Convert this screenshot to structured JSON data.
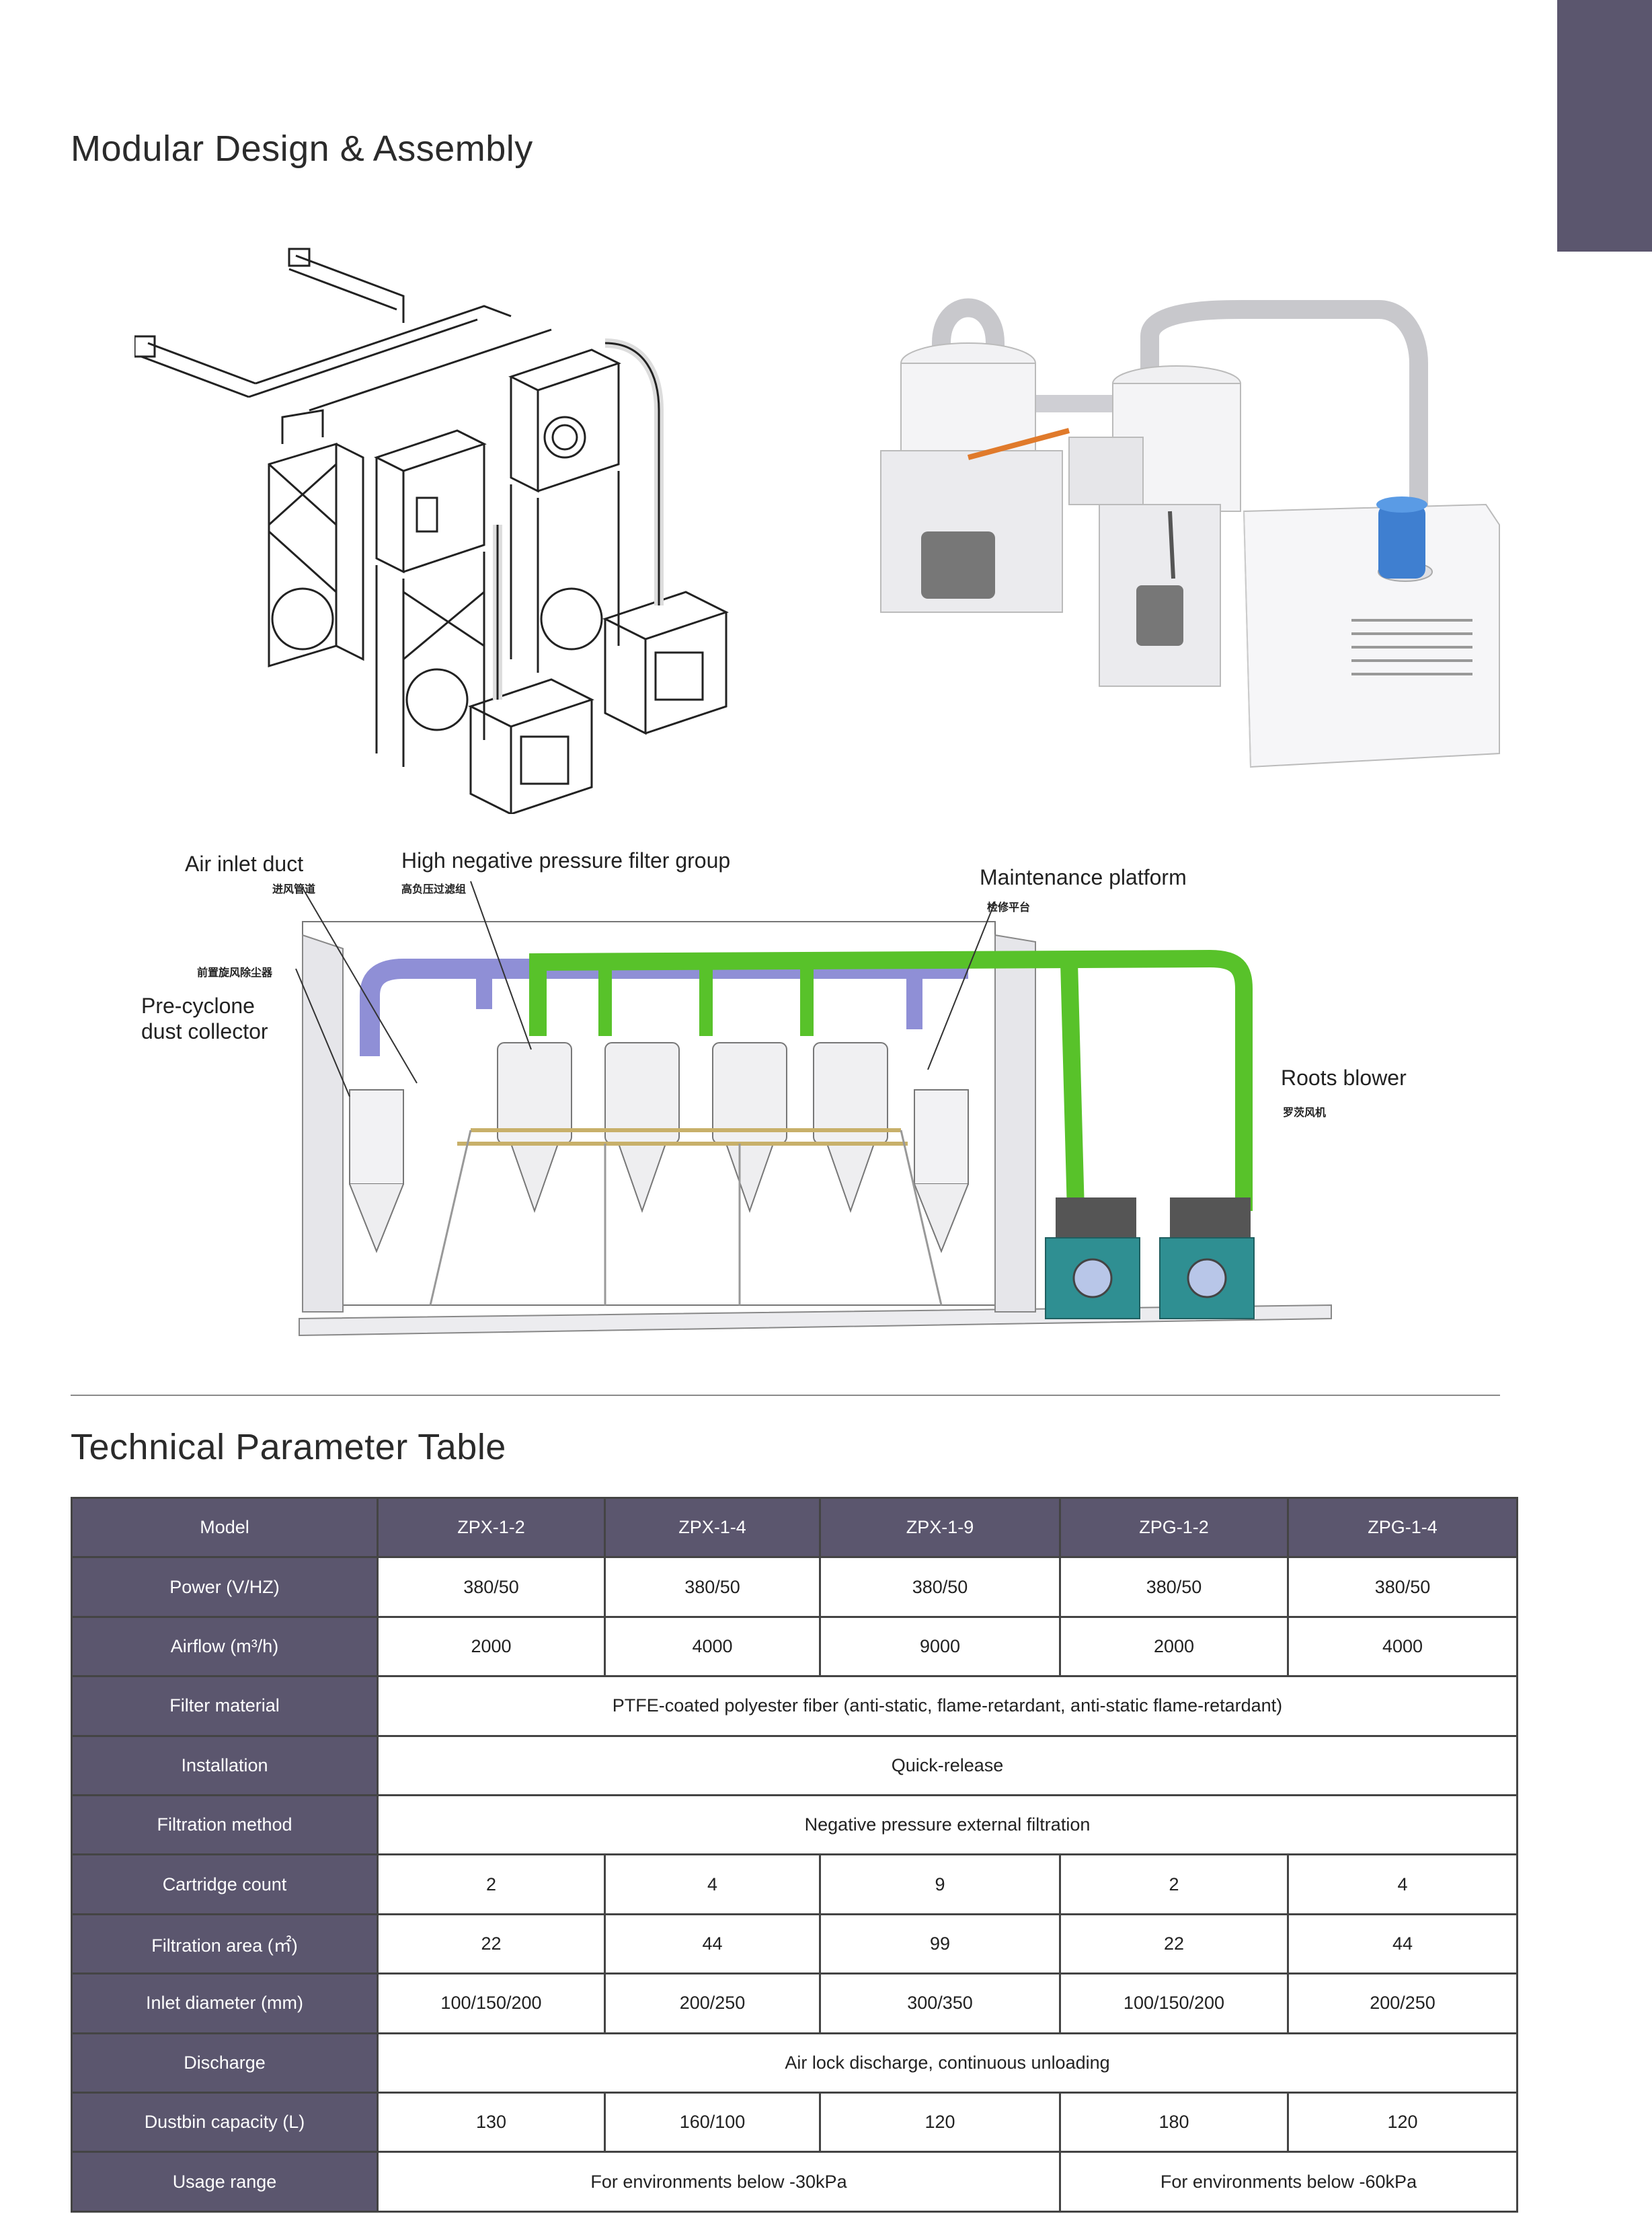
{
  "sections": {
    "design_title": "Modular Design & Assembly",
    "table_title": "Technical Parameter Table"
  },
  "callouts": {
    "air_inlet": {
      "en": "Air inlet duct",
      "cn": "进风管道"
    },
    "filter_group": {
      "en": "High negative pressure filter group",
      "cn": "高负压过滤组"
    },
    "maintenance": {
      "en": "Maintenance platform",
      "cn": "检修平台"
    },
    "pre_cyclone": {
      "en_line1": "Pre-cyclone",
      "en_line2": "dust collector",
      "cn": "前置旋风除尘器"
    },
    "roots_blower": {
      "en": "Roots blower",
      "cn": "罗茨风机"
    }
  },
  "colors": {
    "accent": "#5b566e",
    "pipe_green": "#58c22a",
    "pipe_purple": "#8f8fd6",
    "blower_teal": "#2f8f92"
  },
  "table": {
    "header": {
      "label": "Model",
      "models": [
        "ZPX-1-2",
        "ZPX-1-4",
        "ZPX-1-9",
        "ZPG-1-2",
        "ZPG-1-4"
      ]
    },
    "power": {
      "label": "Power  (V/HZ)",
      "values": [
        "380/50",
        "380/50",
        "380/50",
        "380/50",
        "380/50"
      ]
    },
    "airflow": {
      "label": "Airflow  (m³/h)",
      "values": [
        "2000",
        "4000",
        "9000",
        "2000",
        "4000"
      ]
    },
    "filter_material": {
      "label": "Filter material",
      "value": "PTFE-coated polyester fiber (anti-static, flame-retardant, anti-static flame-retardant)"
    },
    "installation": {
      "label": "Installation",
      "value": "Quick-release"
    },
    "filtration_method": {
      "label": "Filtration method",
      "value": "Negative pressure external filtration"
    },
    "cartridge_count": {
      "label": "Cartridge count",
      "values": [
        "2",
        "4",
        "9",
        "2",
        "4"
      ]
    },
    "filtration_area": {
      "label": "Filtration area  (㎡)",
      "values": [
        "22",
        "44",
        "99",
        "22",
        "44"
      ]
    },
    "inlet_diameter": {
      "label": "Inlet diameter  (mm)",
      "values": [
        "100/150/200",
        "200/250",
        "300/350",
        "100/150/200",
        "200/250"
      ]
    },
    "discharge": {
      "label": "Discharge",
      "value": "Air lock discharge, continuous unloading"
    },
    "dustbin_capacity": {
      "label": "Dustbin capacity  (L)",
      "values": [
        "130",
        "160/100",
        "120",
        "180",
        "120"
      ]
    },
    "usage_range": {
      "label": "Usage range",
      "zpx": "For environments below -30kPa",
      "zpg": "For environments below -60kPa"
    }
  }
}
